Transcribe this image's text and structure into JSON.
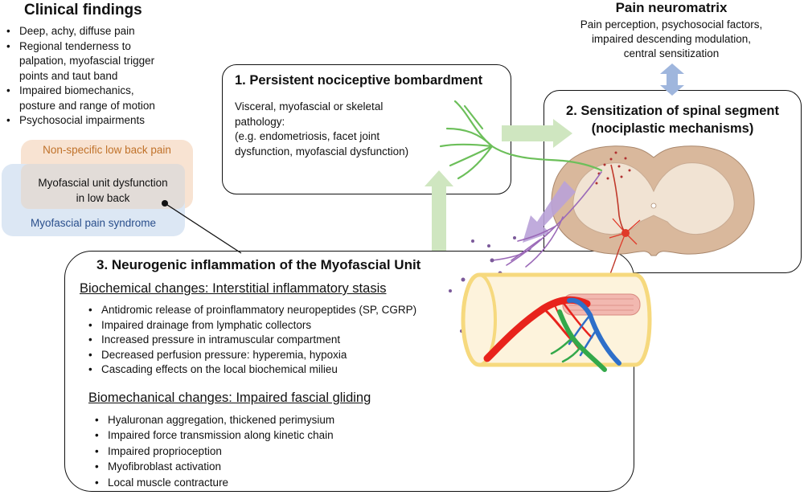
{
  "clinical_findings": {
    "title": "Clinical findings",
    "items": [
      "Deep, achy, diffuse pain",
      "Regional tenderness to palpation, myofascial trigger points and taut band",
      "Impaired biomechanics, posture and range of motion",
      "Psychosocial impairments"
    ]
  },
  "venn": {
    "nonspecific": "Non-specific low back pain",
    "dysfunction_line1": "Myofascial unit dysfunction",
    "dysfunction_line2": "in low back",
    "syndrome": "Myofascial pain syndrome",
    "colors": {
      "orange": "#f8e3d2",
      "blue": "#dce7f4",
      "overlap": "#e2dcd8"
    }
  },
  "pain_neuromatrix": {
    "title": "Pain neuromatrix",
    "lines": [
      "Pain perception, psychosocial factors,",
      "impaired descending modulation,",
      "central sensitization"
    ]
  },
  "box1": {
    "title": "1. Persistent nociceptive bombardment",
    "lines": [
      "Visceral, myofascial or skeletal",
      "pathology:",
      "(e.g. endometriosis, facet joint",
      "dysfunction, myofascial dysfunction)"
    ]
  },
  "box2": {
    "title_line1": "2. Sensitization of spinal segment",
    "title_line2": "(nociplastic mechanisms)"
  },
  "box3": {
    "title": "3. Neurogenic inflammation of the Myofascial Unit",
    "biochemical": {
      "heading": "Biochemical changes: Interstitial inflammatory stasis",
      "items": [
        "Antidromic release of proinflammatory neuropeptides (SP, CGRP)",
        "Impaired drainage from lymphatic collectors",
        "Increased pressure in intramuscular compartment",
        "Decreased perfusion pressure: hyperemia, hypoxia",
        "Cascading effects on the local biochemical milieu"
      ]
    },
    "biomechanical": {
      "heading": "Biomechanical changes: Impaired fascial gliding",
      "items": [
        "Hyaluronan aggregation, thickened perimysium",
        "Impaired force transmission along kinetic chain",
        "Impaired proprioception",
        "Myofibroblast activation",
        "Local muscle contracture"
      ]
    }
  },
  "colors": {
    "green_arrow": "#cfe6c0",
    "purple_arrow": "#b9a2d8",
    "blue_arrow": "#9fb6dd",
    "nerve_green": "#6cbf5a",
    "spinal_cord": "#d9b89c",
    "grey_matter": "#f1e3d3"
  }
}
